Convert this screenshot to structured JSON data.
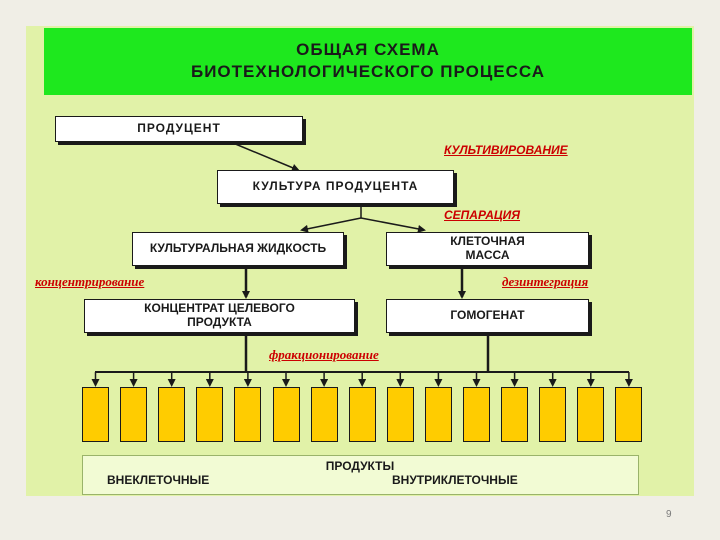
{
  "title": {
    "line1": "ОБЩАЯ СХЕМА",
    "line2": "БИОТЕХНОЛОГИЧЕСКОГО ПРОЦЕССА"
  },
  "boxes": {
    "producer": "ПРОДУЦЕНТ",
    "culture": "КУЛЬТУРА ПРОДУЦЕНТА",
    "culture_liquid": "КУЛЬТУРАЛЬНАЯ ЖИДКОСТЬ",
    "cell_mass": "КЛЕТОЧНАЯ МАССА",
    "concentrate": "КОНЦЕНТРАТ ЦЕЛЕВОГО ПРОДУКТА",
    "homogenate": "ГОМОГЕНАТ"
  },
  "stages": {
    "cultivation": "КУЛЬТИВИРОВАНИЕ",
    "separation": "СЕПАРАЦИЯ",
    "concentration": "концентрирование",
    "disintegration": "дезинтеграция",
    "fractionation": "фракционирование"
  },
  "products": {
    "heading": "ПРОДУКТЫ",
    "extracellular": "ВНЕКЛЕТОЧНЫЕ",
    "intracellular": "ВНУТРИКЛЕТОЧНЫЕ"
  },
  "fraction_count": 15,
  "colors": {
    "title_band": "#1ee81e",
    "slide_background": "#e1f2a8",
    "fraction_fill": "#ffcc00",
    "stage_label": "#cc0000"
  },
  "page_number": "9"
}
